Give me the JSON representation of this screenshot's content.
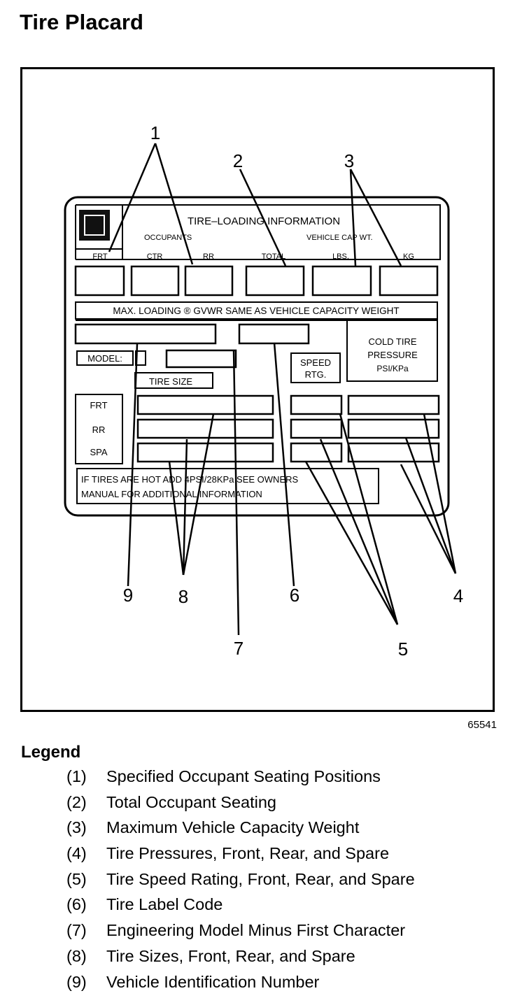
{
  "page": {
    "title": "Tire Placard",
    "figure_id": "65541"
  },
  "placard": {
    "header": "TIRE–LOADING INFORMATION",
    "occupants_label": "OCCUPANTS",
    "capacity_label": "VEHICLE CAP WT.",
    "columns": [
      "FRT",
      "CTR",
      "RR",
      "TOTAL",
      "LBS.",
      "KG"
    ],
    "gvwr_note": "MAX. LOADING ® GVWR SAME AS VEHICLE CAPACITY WEIGHT",
    "model_label": "MODEL:",
    "tire_size_label": "TIRE SIZE",
    "speed_rating_label": [
      "SPEED",
      "RTG."
    ],
    "cold_tire_label": [
      "COLD TIRE",
      "PRESSURE",
      "PSI/KPa"
    ],
    "positions": [
      "FRT",
      "RR",
      "SPA"
    ],
    "footer": [
      "IF TIRES ARE HOT ADD 4PSI/28KPa SEE OWNERS",
      "MANUAL FOR ADDITIONAL INFORMATION"
    ]
  },
  "callouts": [
    "1",
    "2",
    "3",
    "4",
    "5",
    "6",
    "7",
    "8",
    "9"
  ],
  "legend": {
    "title": "Legend",
    "items": [
      {
        "num": "(1)",
        "text": "Specified Occupant Seating Positions"
      },
      {
        "num": "(2)",
        "text": "Total Occupant Seating"
      },
      {
        "num": "(3)",
        "text": "Maximum Vehicle Capacity Weight"
      },
      {
        "num": "(4)",
        "text": "Tire Pressures, Front, Rear, and Spare"
      },
      {
        "num": "(5)",
        "text": "Tire Speed Rating, Front, Rear, and Spare"
      },
      {
        "num": "(6)",
        "text": "Tire Label Code"
      },
      {
        "num": "(7)",
        "text": "Engineering Model Minus First Character"
      },
      {
        "num": "(8)",
        "text": "Tire Sizes, Front, Rear, and Spare"
      },
      {
        "num": "(9)",
        "text": "Vehicle Identification Number"
      }
    ]
  }
}
